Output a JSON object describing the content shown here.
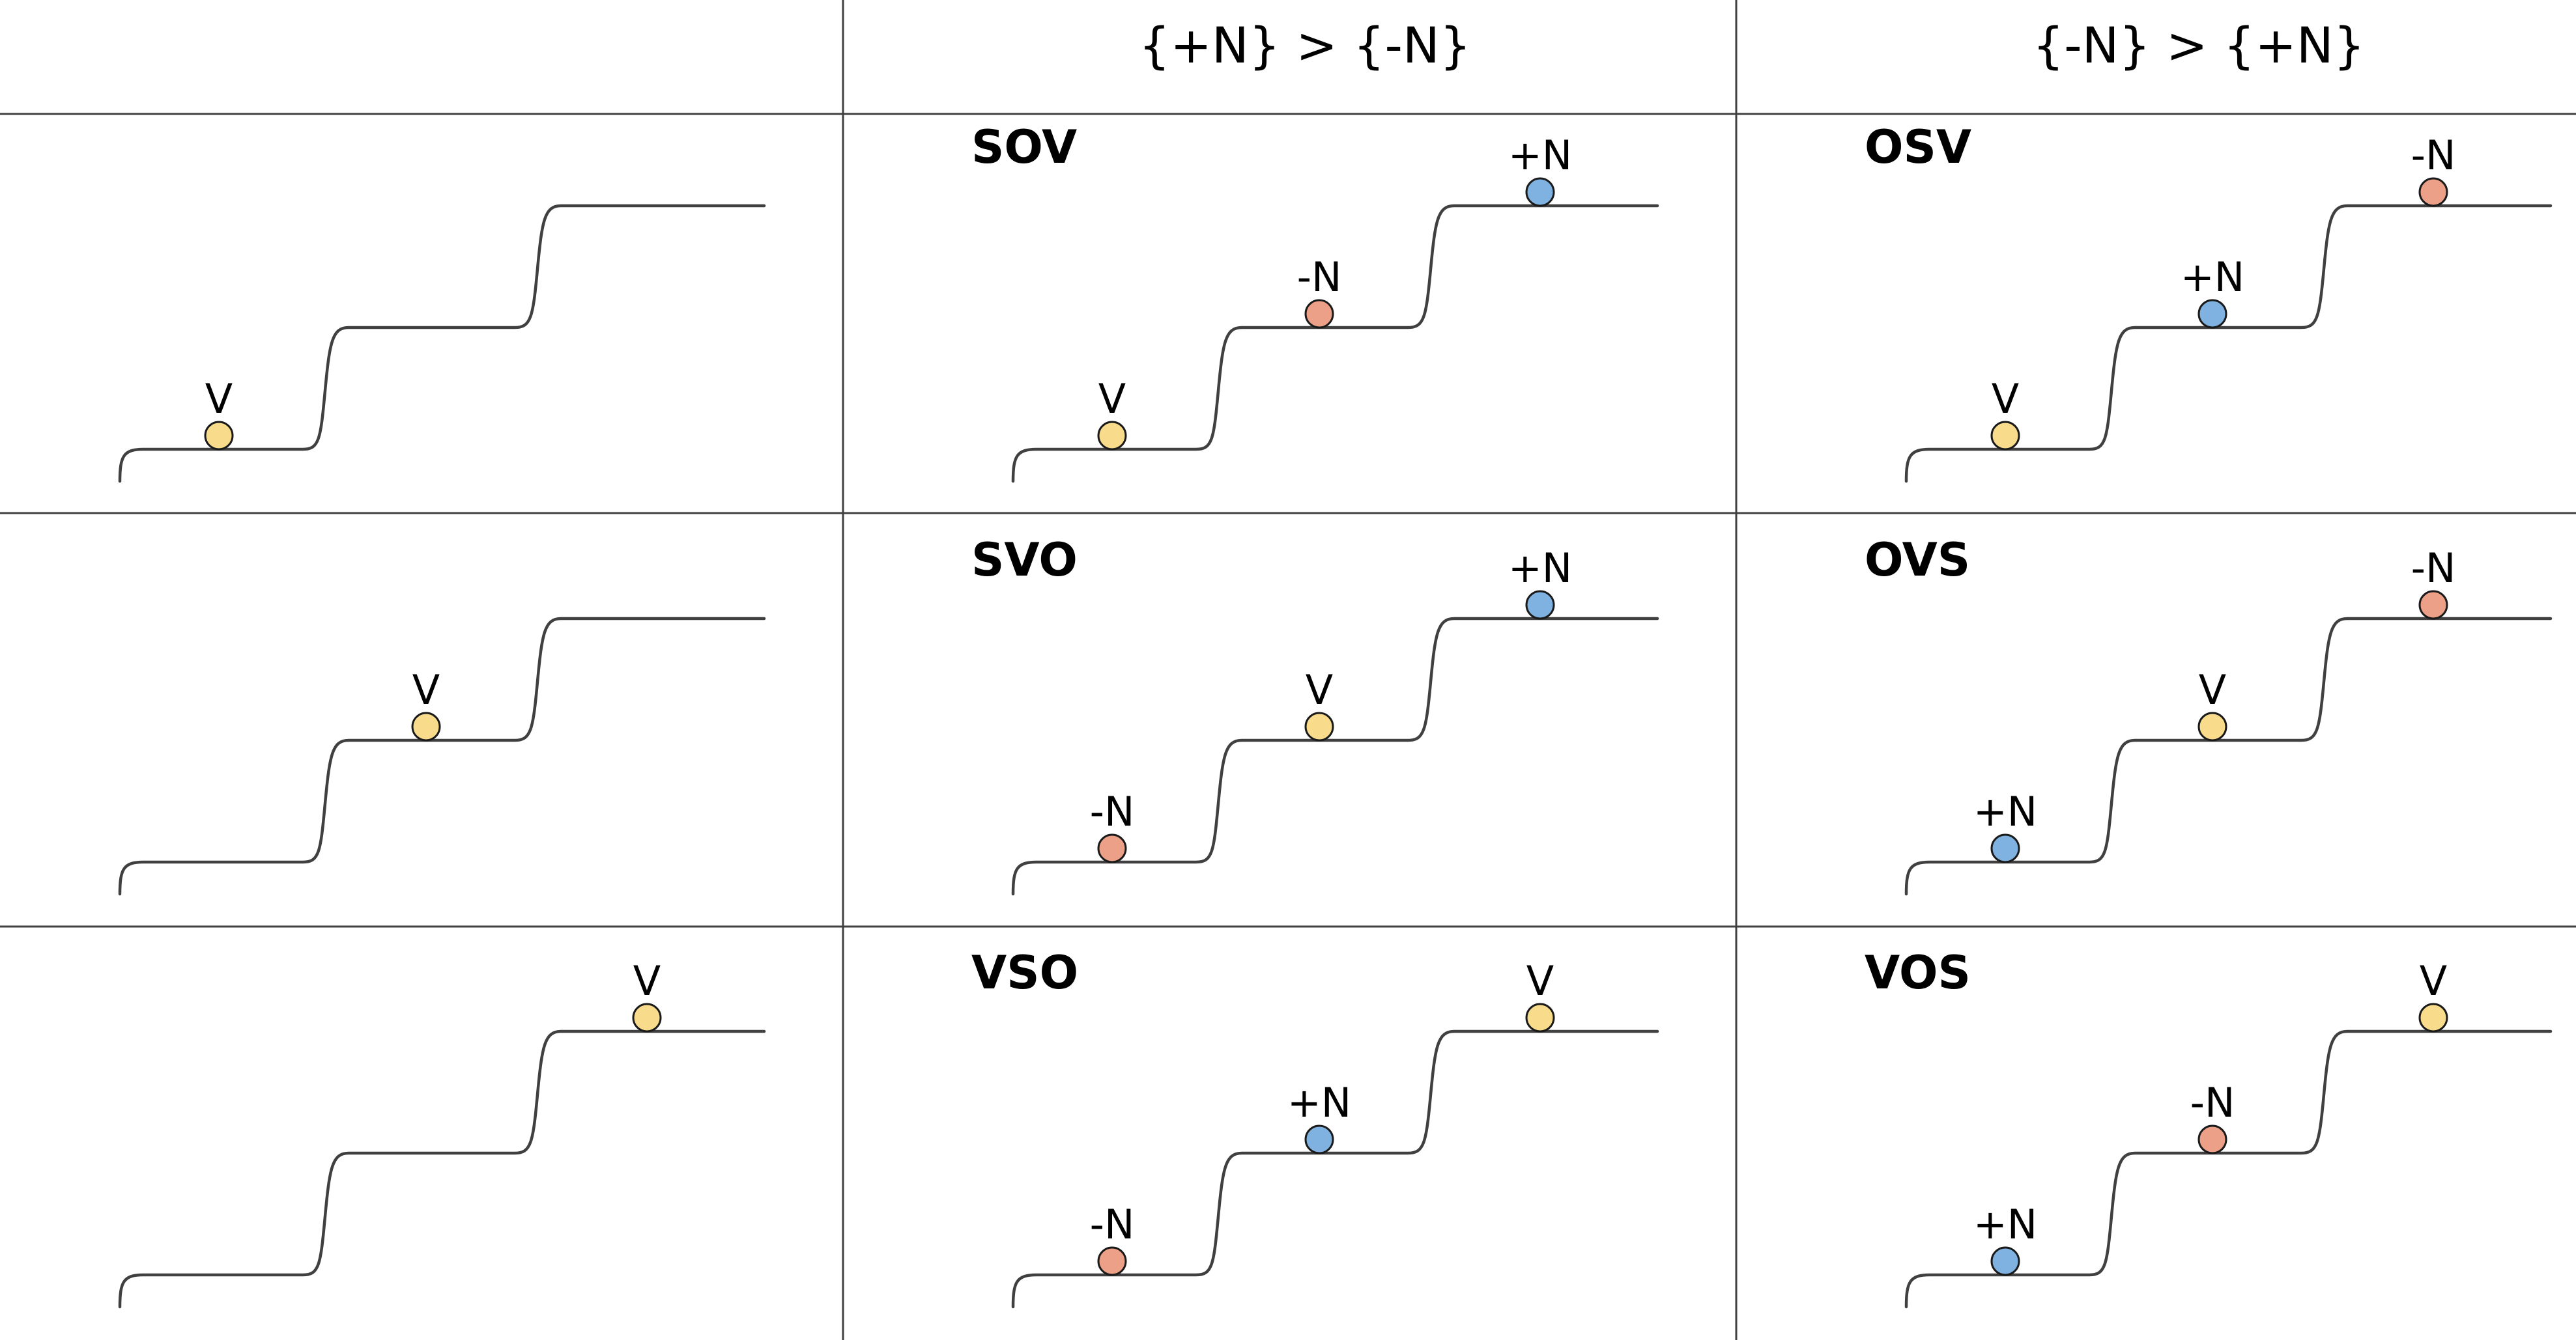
{
  "column_headers": [
    "",
    "{+N} > {-N}",
    "{-N} > {+N}"
  ],
  "token_colors": {
    "V": "#f8dc8c",
    "+N": "#7fb2e0",
    "-N": "#eda088"
  },
  "rows": [
    {
      "panels": [
        {
          "title": "",
          "tokens": [
            {
              "label": "V",
              "step": 0
            }
          ]
        },
        {
          "title": "SOV",
          "tokens": [
            {
              "label": "V",
              "step": 0
            },
            {
              "label": "-N",
              "step": 1
            },
            {
              "label": "+N",
              "step": 2
            }
          ]
        },
        {
          "title": "OSV",
          "tokens": [
            {
              "label": "V",
              "step": 0
            },
            {
              "label": "+N",
              "step": 1
            },
            {
              "label": "-N",
              "step": 2
            }
          ]
        }
      ]
    },
    {
      "panels": [
        {
          "title": "",
          "tokens": [
            {
              "label": "V",
              "step": 1
            }
          ]
        },
        {
          "title": "SVO",
          "tokens": [
            {
              "label": "-N",
              "step": 0
            },
            {
              "label": "V",
              "step": 1
            },
            {
              "label": "+N",
              "step": 2
            }
          ]
        },
        {
          "title": "OVS",
          "tokens": [
            {
              "label": "+N",
              "step": 0
            },
            {
              "label": "V",
              "step": 1
            },
            {
              "label": "-N",
              "step": 2
            }
          ]
        }
      ]
    },
    {
      "panels": [
        {
          "title": "",
          "tokens": [
            {
              "label": "V",
              "step": 2
            }
          ]
        },
        {
          "title": "VSO",
          "tokens": [
            {
              "label": "-N",
              "step": 0
            },
            {
              "label": "+N",
              "step": 1
            },
            {
              "label": "V",
              "step": 2
            }
          ]
        },
        {
          "title": "VOS",
          "tokens": [
            {
              "label": "+N",
              "step": 0
            },
            {
              "label": "-N",
              "step": 1
            },
            {
              "label": "V",
              "step": 2
            }
          ]
        }
      ]
    }
  ]
}
